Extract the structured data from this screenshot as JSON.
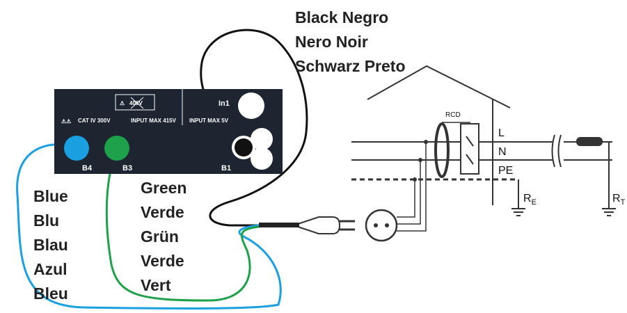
{
  "instrument": {
    "warning_voltage": "400V",
    "cat_rating": "CAT IV 300V",
    "input_max_main": "INPUT MAX 415V",
    "input_in1_label": "In1",
    "input_max_in1": "INPUT MAX 5V",
    "terminals": {
      "b4": "B4",
      "b3": "B3",
      "b1": "B1"
    }
  },
  "wire_labels": {
    "black": [
      "Black Negro",
      "Nero  Noir",
      "Schwarz Preto"
    ],
    "blue": [
      "Blue",
      "Blu",
      "Blau",
      "Azul",
      "Bleu"
    ],
    "green": [
      "Green",
      "Verde",
      "Grün",
      "Verde",
      "Vert"
    ]
  },
  "installation": {
    "rcd_label": "RCD",
    "conductors": {
      "l": "L",
      "n": "N",
      "pe": "PE"
    },
    "resistances": {
      "re": "R",
      "re_sub": "E",
      "rt": "R",
      "rt_sub": "T"
    }
  },
  "colors": {
    "blue": "#1a9fe0",
    "green": "#1fa04a",
    "black": "#111111",
    "panel": "#1c2530"
  }
}
